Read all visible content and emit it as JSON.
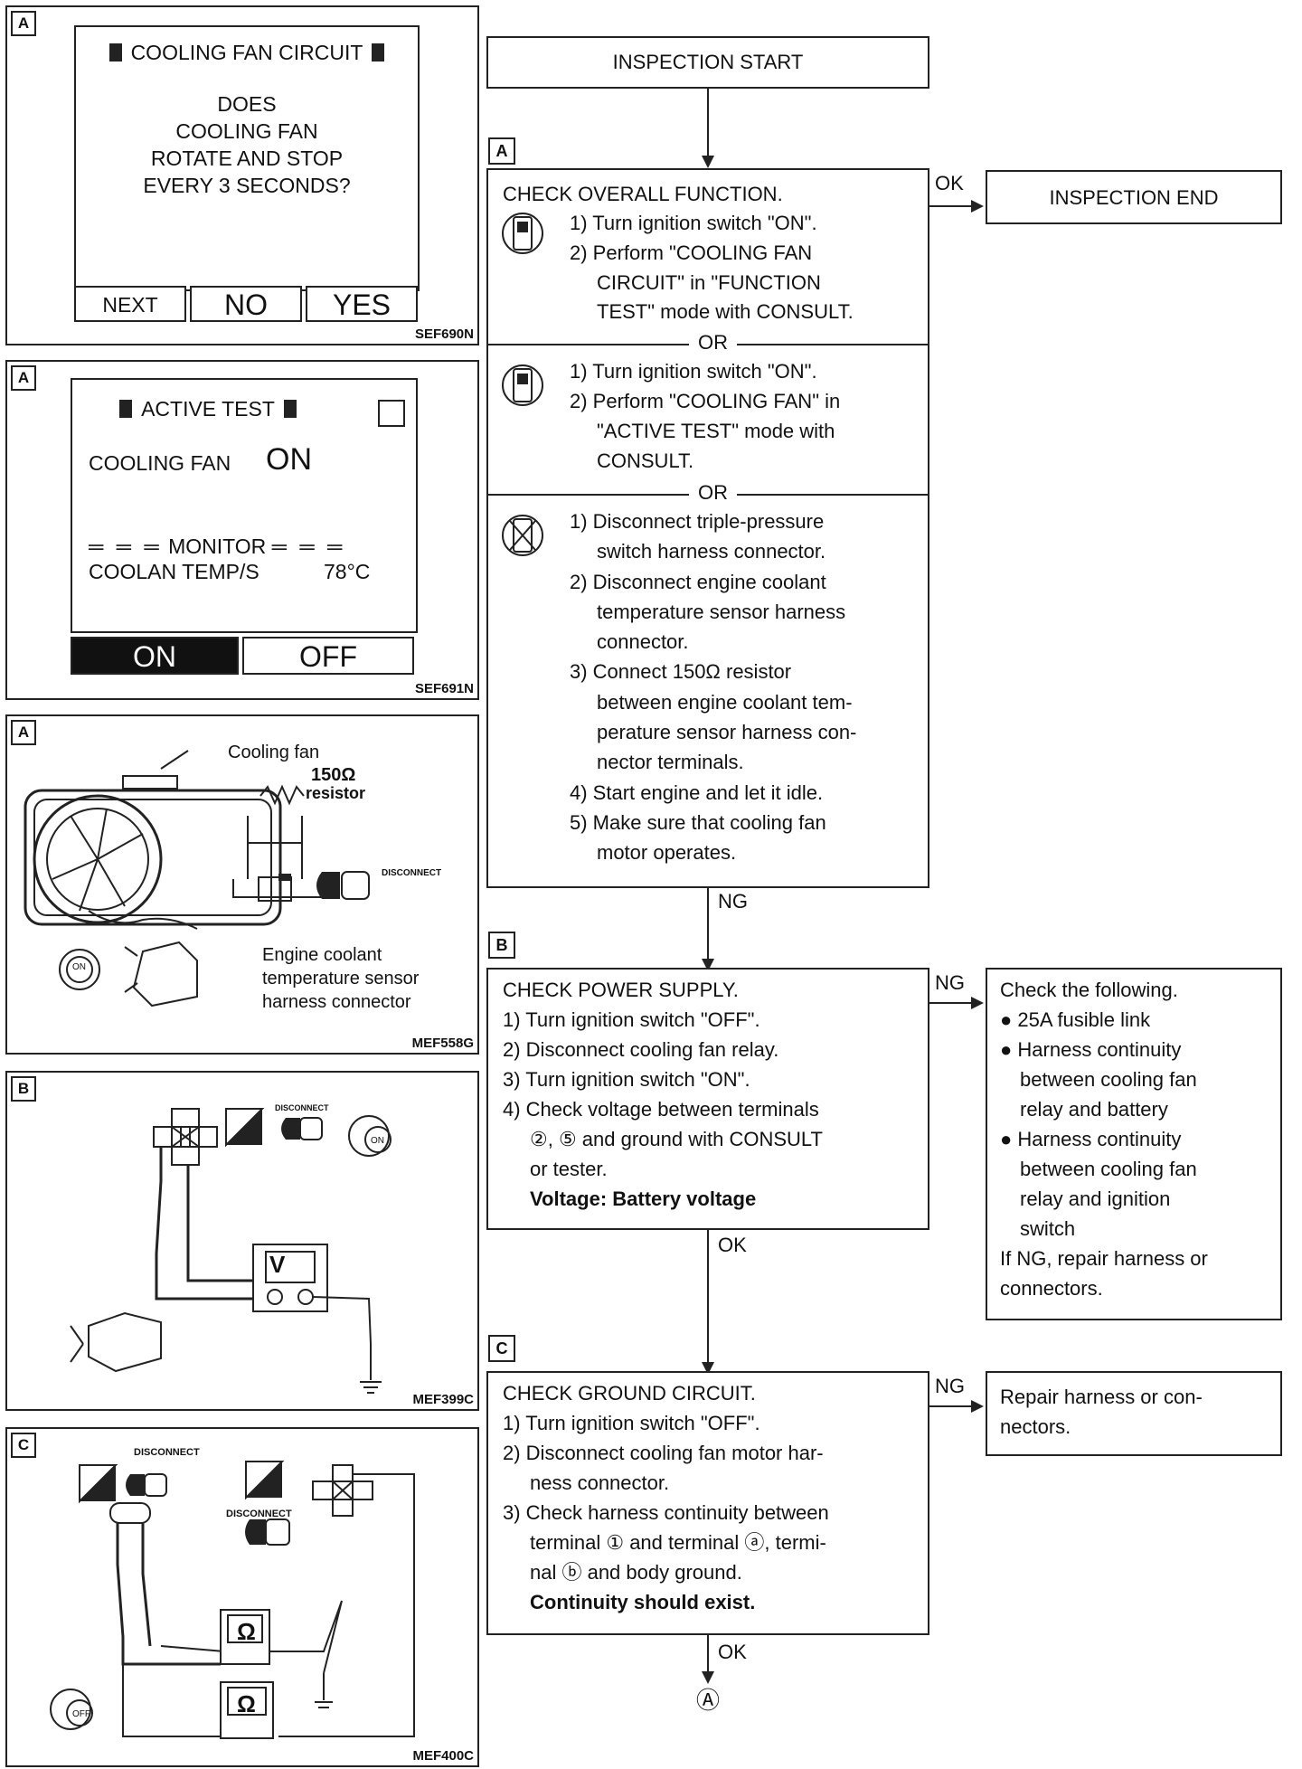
{
  "flow": {
    "start": "INSPECTION START",
    "end": "INSPECTION END",
    "ok": "OK",
    "ng": "NG",
    "or": "OR",
    "tag_a": "A",
    "tag_b": "B",
    "tag_c": "C",
    "final": "Ⓐ",
    "a": {
      "title": "CHECK OVERALL FUNCTION.",
      "m1": [
        "1) Turn ignition switch \"ON\".",
        "2) Perform \"COOLING FAN",
        "CIRCUIT\" in \"FUNCTION",
        "TEST\" mode with CONSULT."
      ],
      "m2": [
        "1) Turn ignition switch \"ON\".",
        "2) Perform \"COOLING FAN\" in",
        "\"ACTIVE TEST\" mode with",
        "CONSULT."
      ],
      "m3": [
        "1) Disconnect triple-pressure",
        "switch harness connector.",
        "2) Disconnect engine coolant",
        "temperature sensor harness",
        "connector.",
        "3) Connect 150Ω resistor",
        "between engine coolant tem-",
        "perature sensor harness con-",
        "nector terminals.",
        "4) Start engine and let it idle.",
        "5) Make sure that cooling fan",
        "motor operates."
      ]
    },
    "b": {
      "title": "CHECK POWER SUPPLY.",
      "lines": [
        "1) Turn ignition switch \"OFF\".",
        "2) Disconnect cooling fan relay.",
        "3) Turn ignition switch \"ON\".",
        "4) Check voltage between terminals",
        "②, ⑤ and ground with CONSULT",
        "or tester."
      ],
      "spec": "Voltage: Battery voltage",
      "ng_box": [
        "Check the following.",
        "● 25A fusible link",
        "● Harness continuity",
        "between cooling fan",
        "relay and battery",
        "● Harness continuity",
        "between cooling fan",
        "relay and ignition",
        "switch",
        "If NG, repair harness or",
        "connectors."
      ]
    },
    "c": {
      "title": "CHECK GROUND CIRCUIT.",
      "lines": [
        "1) Turn ignition switch \"OFF\".",
        "2) Disconnect cooling fan motor har-",
        "ness connector.",
        "3) Check harness continuity between",
        "terminal ① and terminal ⓐ, termi-",
        "nal ⓑ and body ground."
      ],
      "spec": "Continuity should exist.",
      "ng_box": [
        "Repair harness or con-",
        "nectors."
      ]
    }
  },
  "panels": {
    "p1": {
      "tag": "A",
      "title": "COOLING FAN CIRCUIT",
      "question": [
        "DOES",
        "COOLING FAN",
        "ROTATE AND STOP",
        "EVERY 3 SECONDS?"
      ],
      "buttons": [
        "NEXT",
        "NO",
        "YES"
      ],
      "code": "SEF690N"
    },
    "p2": {
      "tag": "A",
      "title": "ACTIVE TEST",
      "fan_label": "COOLING FAN",
      "fan_value": "ON",
      "monitor": "MONITOR",
      "temp_label": "COOLAN TEMP/S",
      "temp_value": "78°C",
      "buttons": [
        "ON",
        "OFF"
      ],
      "code": "SEF691N"
    },
    "p3": {
      "tag": "A",
      "cooling_fan": "Cooling fan",
      "resistor": [
        "150Ω",
        "resistor"
      ],
      "disconnect": "DISCONNECT",
      "sensor": [
        "Engine coolant",
        "temperature sensor",
        "harness connector"
      ],
      "on": "ON",
      "code": "MEF558G"
    },
    "p4": {
      "tag": "B",
      "disconnect": "DISCONNECT",
      "meter": "V",
      "on": "ON",
      "code": "MEF399C"
    },
    "p5": {
      "tag": "C",
      "disconnect": "DISCONNECT",
      "meter": "Ω",
      "off": "OFF",
      "code": "MEF400C"
    }
  }
}
